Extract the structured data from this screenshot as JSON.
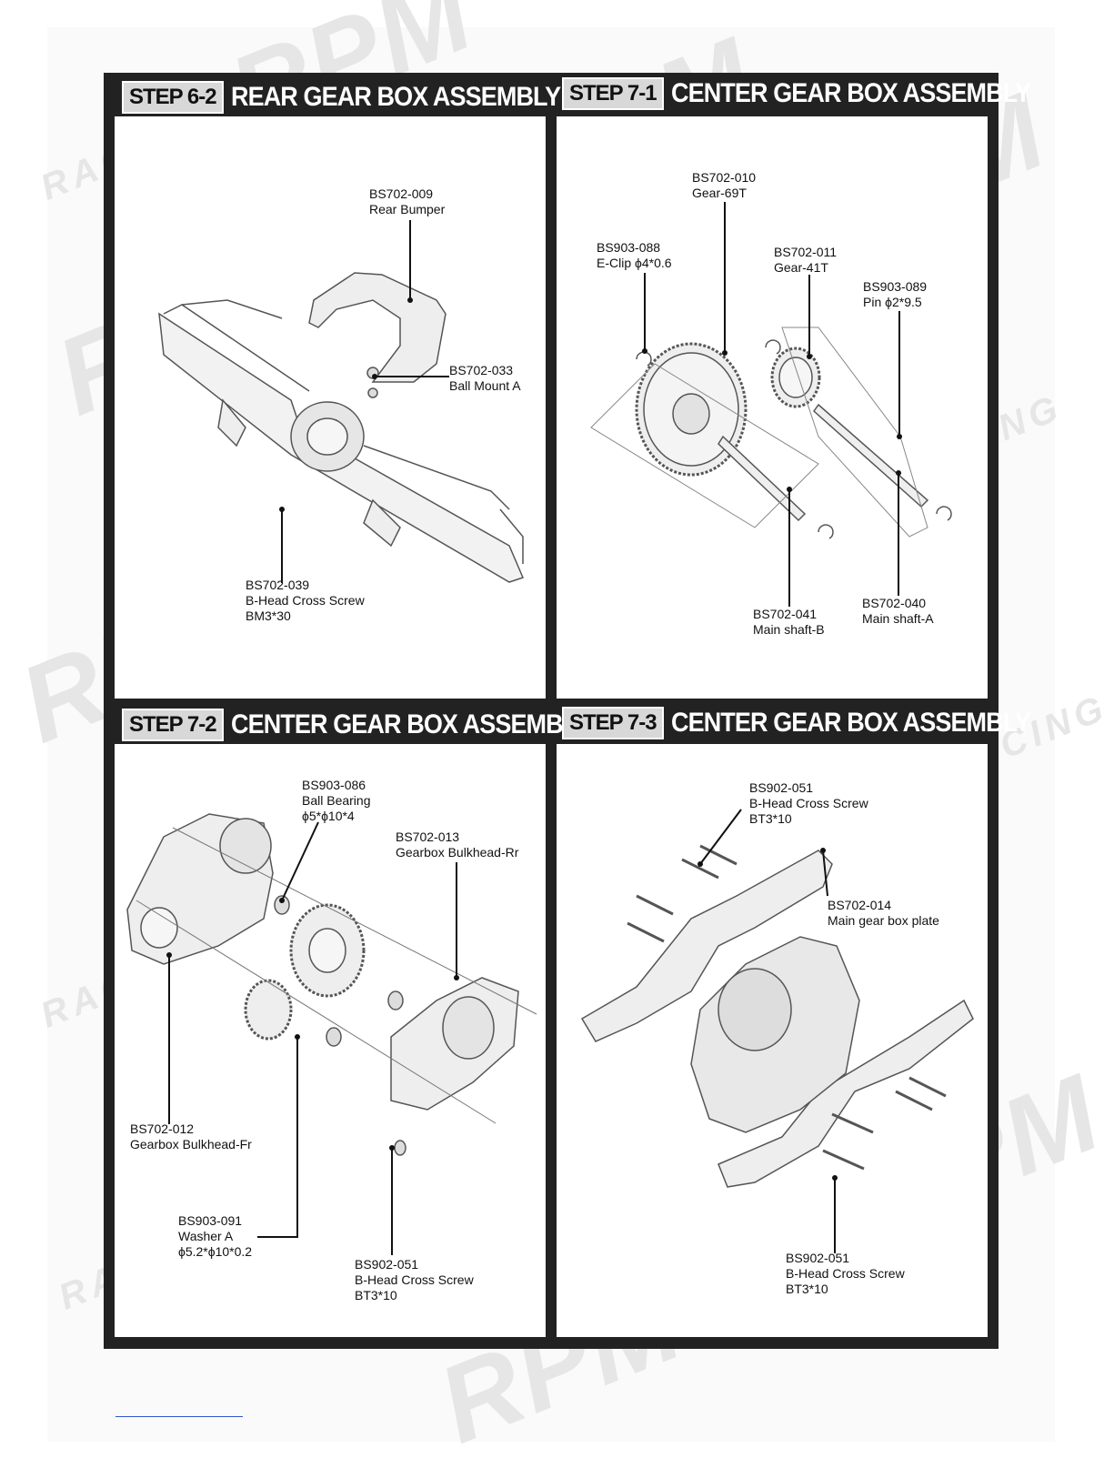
{
  "watermark": {
    "logo": "RPM",
    "word": "RACING"
  },
  "steps": [
    {
      "badge": "STEP 6-2",
      "title": "REAR GEAR BOX ASSEMBLY",
      "parts": [
        {
          "code": "BS702-009",
          "name": "Rear Bumper"
        },
        {
          "code": "BS702-033",
          "name": "Ball Mount A"
        },
        {
          "code": "BS702-039",
          "name": "B-Head Cross Screw",
          "spec": "BM3*30"
        }
      ]
    },
    {
      "badge": "STEP 7-1",
      "title": "CENTER GEAR BOX ASSEMBLY",
      "parts": [
        {
          "code": "BS702-010",
          "name": "Gear-69T"
        },
        {
          "code": "BS903-088",
          "name": "E-Clip ϕ4*0.6"
        },
        {
          "code": "BS702-011",
          "name": "Gear-41T"
        },
        {
          "code": "BS903-089",
          "name": "Pin ϕ2*9.5"
        },
        {
          "code": "BS702-041",
          "name": "Main shaft-B"
        },
        {
          "code": "BS702-040",
          "name": "Main shaft-A"
        }
      ]
    },
    {
      "badge": "STEP 7-2",
      "title": "CENTER GEAR BOX ASSEMBLY",
      "parts": [
        {
          "code": "BS903-086",
          "name": "Ball Bearing",
          "spec": "ϕ5*ϕ10*4"
        },
        {
          "code": "BS702-013",
          "name": "Gearbox Bulkhead-Rr"
        },
        {
          "code": "BS702-012",
          "name": "Gearbox Bulkhead-Fr"
        },
        {
          "code": "BS903-091",
          "name": "Washer A",
          "spec": "ϕ5.2*ϕ10*0.2"
        },
        {
          "code": "BS902-051",
          "name": "B-Head Cross Screw",
          "spec": "BT3*10"
        }
      ]
    },
    {
      "badge": "STEP 7-3",
      "title": "CENTER GEAR BOX ASSEMBLY",
      "parts": [
        {
          "code": "BS902-051",
          "name": "B-Head Cross Screw",
          "spec": "BT3*10"
        },
        {
          "code": "BS702-014",
          "name": "Main gear box plate"
        },
        {
          "code": "BS902-051",
          "name": "B-Head Cross Screw",
          "spec": "BT3*10"
        }
      ]
    }
  ],
  "colors": {
    "frame": "#222222",
    "badge": "#d8d8d8",
    "watermark": "#e6e6e6",
    "line": "#111111"
  }
}
